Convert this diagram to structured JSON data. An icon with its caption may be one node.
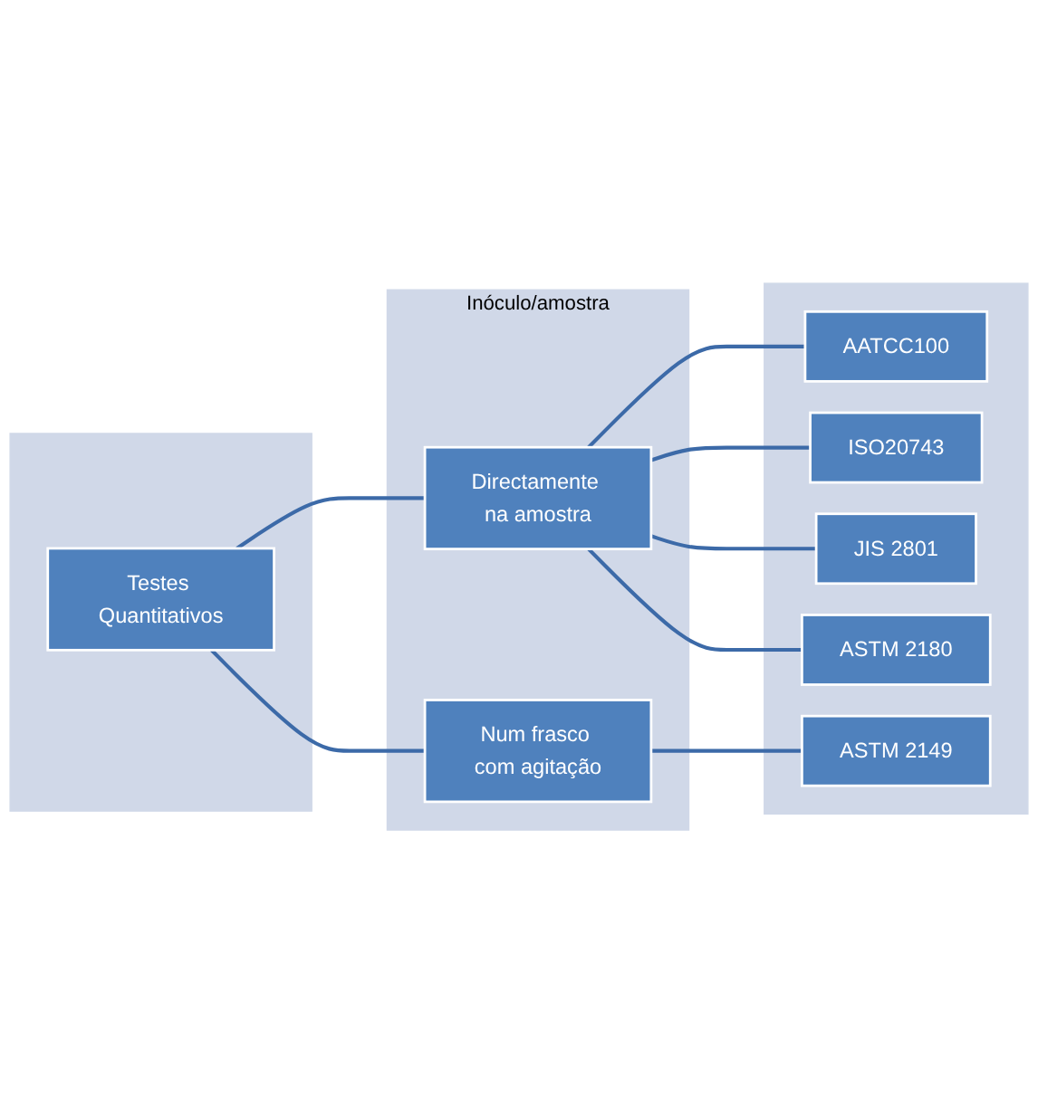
{
  "diagram": {
    "nodes": [
      {
        "text": [],
        "shape": "bar"
      },
      {
        "text": [
          "Testes Quantitativos"
        ],
        "in": 0
      },
      {
        "text": [
          "Inóculo/amostra"
        ]
      },
      {
        "text": [
          "Directamente na amostra"
        ],
        "in": 2
      },
      {
        "text": [
          "Num frasco com agitação"
        ],
        "in": 2
      },
      {
        "text": [],
        "shape": "bar"
      },
      {
        "text": [
          "AATCC100"
        ],
        "in": 5
      },
      {
        "text": [
          "ISO20743"
        ],
        "in": 5
      },
      {
        "text": [
          "JIS 2801"
        ],
        "in": 5
      },
      {
        "text": [
          "ASTM 2180"
        ],
        "in": 5
      },
      {
        "text": [
          "ASTM 2149"
        ],
        "in": 5
      }
    ],
    "edges": [
      {
        "from": 1,
        "to": 3,
        "arrow": "none"
      },
      {
        "from": 1,
        "to": 4,
        "arrow": "none"
      },
      {
        "from": 3,
        "to": 6,
        "arrow": "none"
      },
      {
        "from": 3,
        "to": 7,
        "arrow": "none"
      },
      {
        "from": 3,
        "to": 8,
        "arrow": "none"
      },
      {
        "from": 3,
        "to": 9,
        "arrow": "none"
      },
      {
        "from": 4,
        "to": 10,
        "arrow": "none"
      }
    ]
  }
}
